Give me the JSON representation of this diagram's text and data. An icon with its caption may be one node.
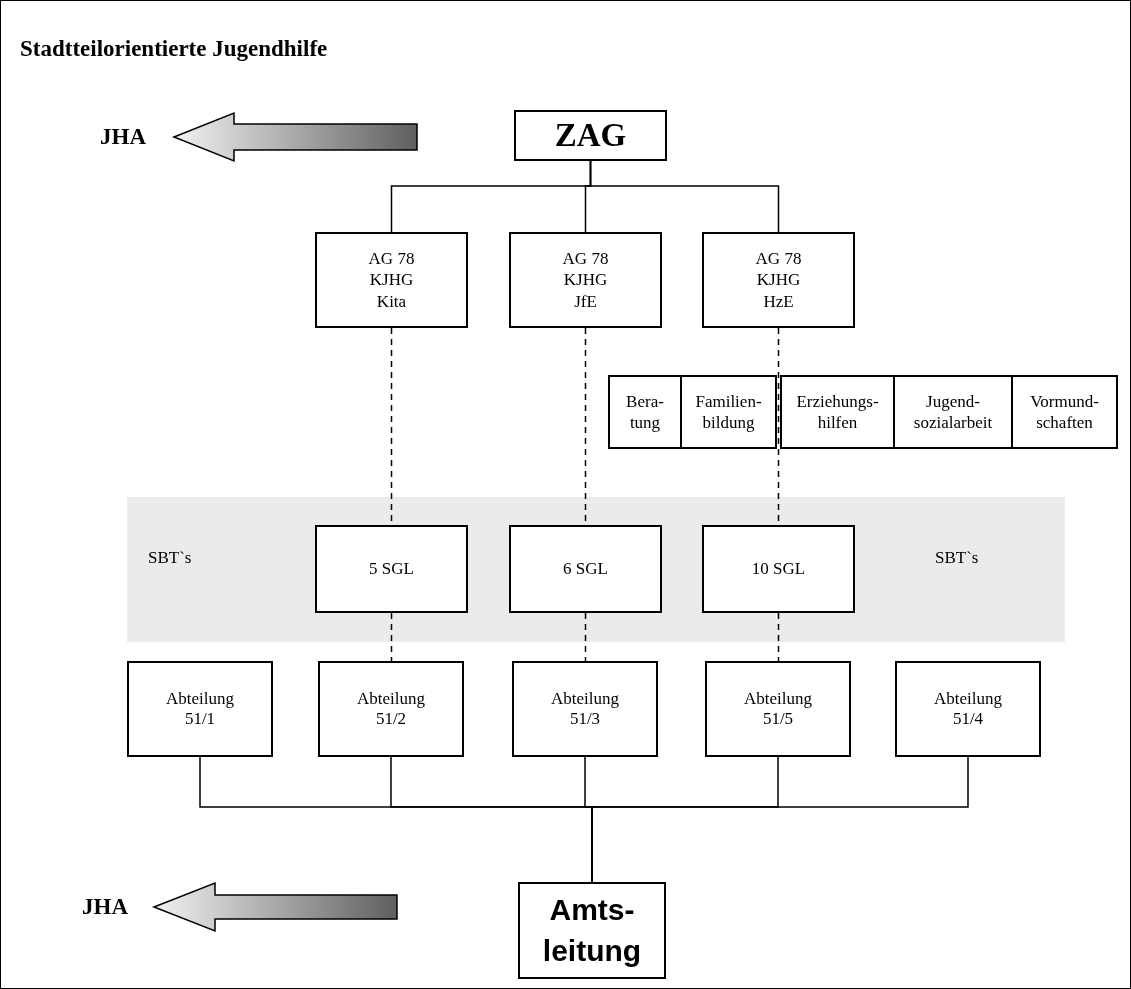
{
  "diagram": {
    "title": "Stadtteilorientierte Jugendhilfe",
    "nodes": [
      {
        "text": [
          "JHA"
        ]
      },
      {
        "text": [
          "ZAG"
        ]
      },
      {
        "text": [
          "AG 78 KJHG Kita"
        ]
      },
      {
        "text": [
          "AG 78 KJHG JfE"
        ]
      },
      {
        "text": [
          "AG 78 KJHG HzE"
        ]
      },
      {
        "text": [
          "Bera- tung"
        ]
      },
      {
        "text": [
          "Familien- bildung"
        ]
      },
      {
        "text": [
          "Erziehungs- hilfen"
        ]
      },
      {
        "text": [
          "Jugend- sozialarbeit"
        ]
      },
      {
        "text": [
          "Vormund- schaften"
        ]
      },
      {
        "text": [
          "SBT`s",
          "SBT`s"
        ]
      },
      {
        "text": [
          "5 SGL"
        ],
        "in": 10
      },
      {
        "text": [
          "6 SGL"
        ],
        "in": 10
      },
      {
        "text": [
          "10 SGL"
        ],
        "in": 10
      },
      {
        "text": [
          "Abteilung 51/1"
        ]
      },
      {
        "text": [
          "Abteilung 51/2"
        ]
      },
      {
        "text": [
          "Abteilung 51/3"
        ]
      },
      {
        "text": [
          "Abteilung 51/5"
        ]
      },
      {
        "text": [
          "Abteilung 51/4"
        ]
      },
      {
        "text": [
          "JHA"
        ]
      },
      {
        "text": [
          "Amts- leitung"
        ]
      }
    ],
    "edges": [
      {
        "from": null,
        "to": 0,
        "arrow": "to",
        "style": "thick"
      },
      {
        "from": 1,
        "to": 2,
        "arrow": "none"
      },
      {
        "from": 1,
        "to": 3,
        "arrow": "none"
      },
      {
        "from": 1,
        "to": 4,
        "arrow": "none"
      },
      {
        "from": 2,
        "to": 11,
        "arrow": "none",
        "style": "dashed"
      },
      {
        "from": 3,
        "to": 12,
        "arrow": "none",
        "style": "dashed"
      },
      {
        "from": 4,
        "to": 13,
        "arrow": "none",
        "style": "dashed"
      },
      {
        "from": 11,
        "to": 15,
        "arrow": "none",
        "style": "dashed"
      },
      {
        "from": 12,
        "to": 16,
        "arrow": "none",
        "style": "dashed"
      },
      {
        "from": 13,
        "to": 17,
        "arrow": "none",
        "style": "dashed"
      },
      {
        "from": 14,
        "to": 20,
        "arrow": "none"
      },
      {
        "from": 15,
        "to": 20,
        "arrow": "none"
      },
      {
        "from": 16,
        "to": 20,
        "arrow": "none"
      },
      {
        "from": 17,
        "to": 20,
        "arrow": "none"
      },
      {
        "from": 18,
        "to": 20,
        "arrow": "none"
      },
      {
        "from": null,
        "to": 19,
        "arrow": "to",
        "style": "thick"
      }
    ]
  }
}
